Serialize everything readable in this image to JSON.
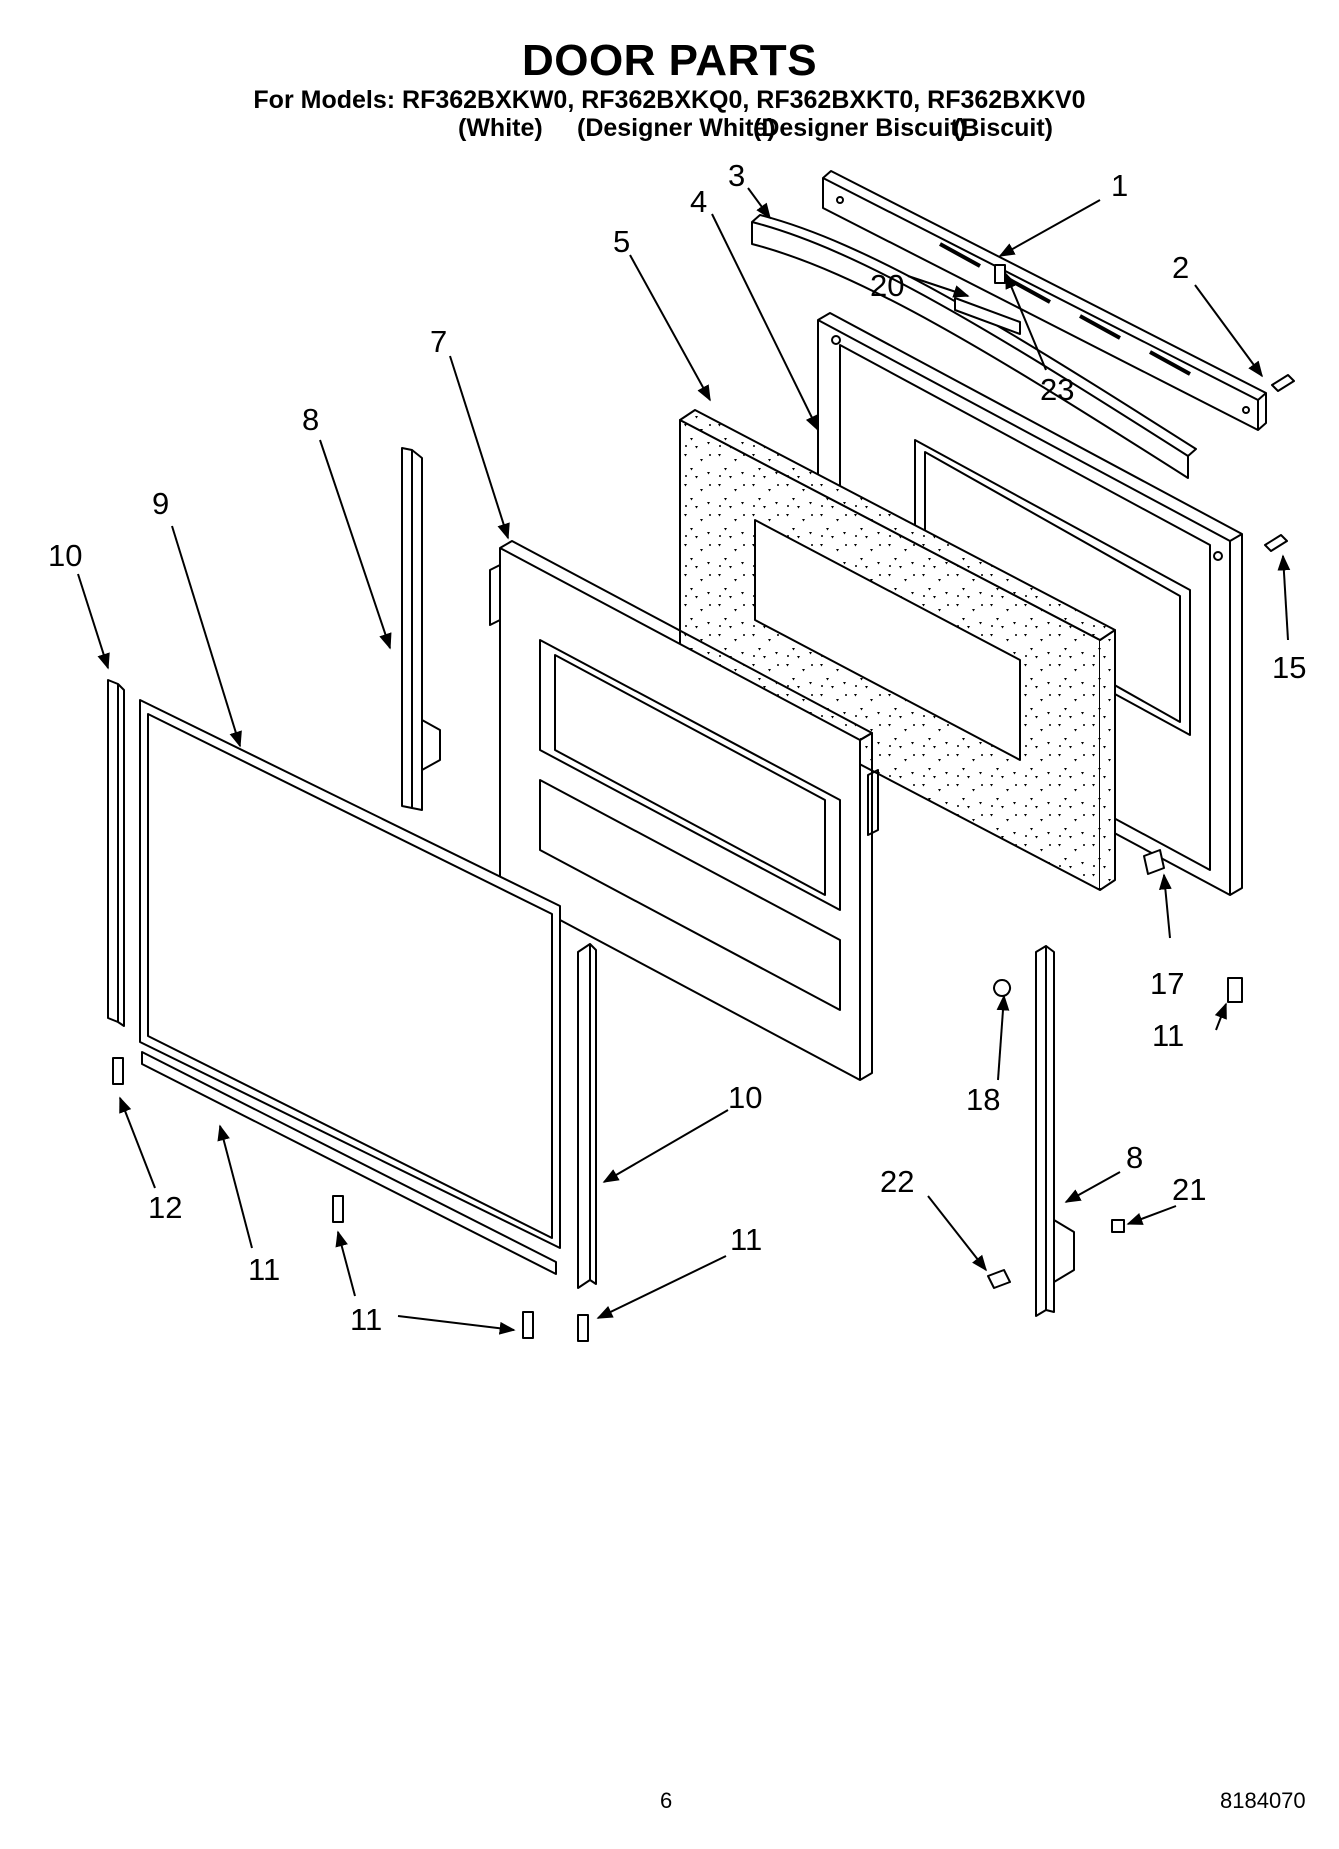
{
  "header": {
    "title": "DOOR PARTS",
    "models_line": "For Models: RF362BXKW0, RF362BXKQ0, RF362BXKT0, RF362BXKV0",
    "variants": [
      "(White)",
      "(Designer White)",
      "(Designer Biscuit)",
      "(Biscuit)"
    ]
  },
  "callouts": [
    {
      "id": "c1",
      "label": "1"
    },
    {
      "id": "c2",
      "label": "2"
    },
    {
      "id": "c3",
      "label": "3"
    },
    {
      "id": "c4",
      "label": "4"
    },
    {
      "id": "c5",
      "label": "5"
    },
    {
      "id": "c7",
      "label": "7"
    },
    {
      "id": "c8a",
      "label": "8"
    },
    {
      "id": "c9",
      "label": "9"
    },
    {
      "id": "c10a",
      "label": "10"
    },
    {
      "id": "c20",
      "label": "20"
    },
    {
      "id": "c23",
      "label": "23"
    },
    {
      "id": "c15",
      "label": "15"
    },
    {
      "id": "c17",
      "label": "17"
    },
    {
      "id": "c11a",
      "label": "11"
    },
    {
      "id": "c18",
      "label": "18"
    },
    {
      "id": "c10b",
      "label": "10"
    },
    {
      "id": "c8b",
      "label": "8"
    },
    {
      "id": "c21",
      "label": "21"
    },
    {
      "id": "c22",
      "label": "22"
    },
    {
      "id": "c11b",
      "label": "11"
    },
    {
      "id": "c12",
      "label": "12"
    },
    {
      "id": "c11c",
      "label": "11"
    },
    {
      "id": "c11d",
      "label": "11"
    }
  ],
  "footer": {
    "page_number": "6",
    "document_number": "8184070"
  }
}
